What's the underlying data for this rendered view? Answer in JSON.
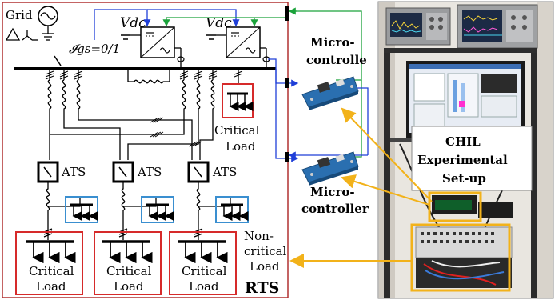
{
  "grid": {
    "label": "Grid",
    "switch_label": "𝓘gs=0/1"
  },
  "converters": [
    {
      "label": "Vdc"
    },
    {
      "label": "Vdc"
    }
  ],
  "controllers": [
    {
      "line1": "Micro-",
      "line2": "controlle"
    },
    {
      "line1": "Micro-",
      "line2": "controller"
    }
  ],
  "loads": {
    "upper_critical": {
      "line1": "Critical",
      "line2": "Load"
    },
    "noncritical": {
      "line1": "Non-",
      "line2": "critical",
      "line3": "Load"
    },
    "bottom_critical": [
      {
        "line1": "Critical",
        "line2": "Load"
      },
      {
        "line1": "Critical",
        "line2": "Load"
      },
      {
        "line1": "Critical",
        "line2": "Load"
      }
    ]
  },
  "ats": [
    {
      "label": "ATS"
    },
    {
      "label": "ATS"
    },
    {
      "label": "ATS"
    }
  ],
  "rts_label": "RTS",
  "chil_label": {
    "line1": "CHIL",
    "line2": "Experimental",
    "line3": "Set-up"
  },
  "colors": {
    "rts_border": "#b03030",
    "critical_box": "#d62a2a",
    "noncritical_box": "#3a8fd0",
    "blue_wire": "#1f3fd8",
    "green_wire": "#1aa23a",
    "orange_arrow": "#f2b21a"
  }
}
